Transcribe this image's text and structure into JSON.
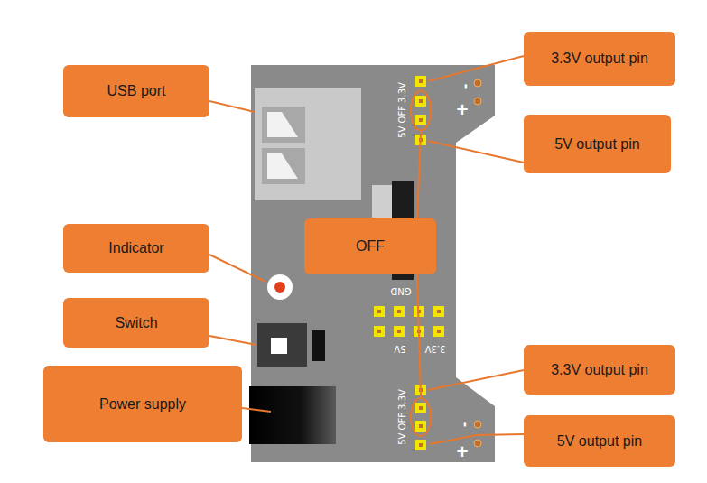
{
  "diagram": {
    "nodes": [
      {
        "text": [
          "3.3V output pin"
        ]
      },
      {
        "text": [
          "USB port"
        ]
      },
      {
        "text": [
          "5V output pin"
        ]
      },
      {
        "text": [
          "OFF"
        ]
      },
      {
        "text": [
          "Indicator"
        ]
      },
      {
        "text": [
          "Switch"
        ]
      },
      {
        "text": [
          "3.3V output pin"
        ]
      },
      {
        "text": [
          "Power supply"
        ]
      },
      {
        "text": [
          "5V output pin"
        ]
      }
    ],
    "edges": [],
    "labels": [
      "5V OFF 3.3V",
      "-",
      "+",
      "GND",
      "3.3V",
      "5V",
      "5V OFF 3.3V",
      "-",
      "+"
    ]
  }
}
